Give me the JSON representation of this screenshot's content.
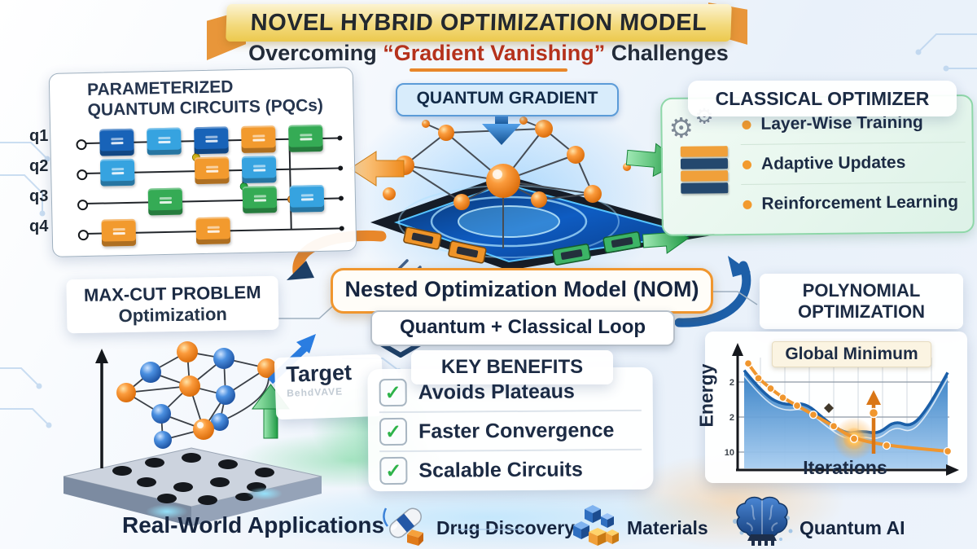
{
  "banner": {
    "title": "NOVEL HYBRID OPTIMIZATION MODEL",
    "subtitle_prefix": "Overcoming ",
    "subtitle_highlight": "“Gradient Vanishing”",
    "subtitle_suffix": " Challenges"
  },
  "pqc": {
    "title_line1": "PARAMETERIZED",
    "title_line2": "QUANTUM CIRCUITS (PQCs)",
    "qubits": [
      "q1",
      "q2",
      "q3",
      "q4"
    ],
    "gates": [
      {
        "row": 0,
        "col": 0,
        "color": "blue"
      },
      {
        "row": 0,
        "col": 1,
        "color": "lightblue"
      },
      {
        "row": 0,
        "col": 2,
        "color": "blue"
      },
      {
        "row": 0,
        "col": 3,
        "color": "orange"
      },
      {
        "row": 0,
        "col": 4,
        "color": "green"
      },
      {
        "row": 1,
        "col": 0,
        "color": "lightblue"
      },
      {
        "row": 1,
        "col": 2,
        "color": "orange"
      },
      {
        "row": 1,
        "col": 3,
        "color": "lightblue"
      },
      {
        "row": 2,
        "col": 1,
        "color": "green"
      },
      {
        "row": 2,
        "col": 3,
        "color": "green"
      },
      {
        "row": 2,
        "col": 4,
        "color": "lightblue"
      },
      {
        "row": 3,
        "col": 0,
        "color": "orange"
      },
      {
        "row": 3,
        "col": 2,
        "color": "orange"
      }
    ]
  },
  "quantum_gradient": {
    "label": "QUANTUM GRADIENT"
  },
  "classical_optimizer": {
    "title": "CLASSICAL OPTIMIZER",
    "items": [
      "Layer-Wise Training",
      "Adaptive Updates",
      "Reinforcement Learning"
    ]
  },
  "nom": {
    "title": "Nested Optimization Model (NOM)",
    "subtitle": "Quantum + Classical Loop"
  },
  "maxcut": {
    "title_line1": "MAX-CUT PROBLEM",
    "title_line2": "Optimization",
    "target_label": "Target",
    "target_subtext": "BehdVAVE"
  },
  "key_benefits": {
    "title": "KEY BENEFITS",
    "items": [
      "Avoids Plateaus",
      "Faster Convergence",
      "Scalable Circuits"
    ]
  },
  "polynomial": {
    "title_line1": "POLYNOMIAL",
    "title_line2": "OPTIMIZATION",
    "annotation": "Global Minimum",
    "xlabel": "Iterations",
    "ylabel": "Energy"
  },
  "footer": {
    "title": "Real-World Applications",
    "apps": [
      {
        "icon": "pill-icon",
        "label": "Drug Discovery"
      },
      {
        "icon": "cubes-icon",
        "label": "Materials"
      },
      {
        "icon": "brain-icon",
        "label": "Quantum AI"
      }
    ]
  },
  "chart_data": {
    "type": "line",
    "title": "Polynomial Optimization",
    "xlabel": "Iterations",
    "ylabel": "Energy",
    "ytick_labels": [
      "2",
      "2",
      "10"
    ],
    "annotation": "Global Minimum",
    "x_range": [
      0,
      10
    ],
    "y_range": [
      0,
      10
    ],
    "grid": true,
    "legend": "none",
    "series": [
      {
        "name": "energy-landscape",
        "type": "area",
        "color": "#2f7cc4",
        "x": [
          0,
          1,
          2,
          3,
          4,
          5,
          5.8,
          6.6,
          7.4,
          8.2,
          9,
          10
        ],
        "y": [
          8.6,
          6.4,
          5.5,
          5.8,
          4.2,
          3.0,
          3.3,
          3.0,
          4.2,
          3.6,
          5.2,
          8.4
        ]
      },
      {
        "name": "optimizer-descent",
        "type": "line_markers",
        "color": "#f0962e",
        "x": [
          0.2,
          0.7,
          1.3,
          1.9,
          2.6,
          3.4,
          4.4,
          5.4,
          7.0,
          10
        ],
        "y": [
          9.2,
          7.9,
          7.0,
          6.2,
          5.5,
          4.7,
          3.7,
          2.6,
          2.0,
          1.5
        ],
        "global_minimum_index": 7
      }
    ]
  },
  "colors": {
    "accent_orange": "#f0962e",
    "accent_green": "#2eb34a",
    "accent_blue": "#1e6fc0",
    "accent_red": "#b5321c",
    "banner_gold": "#f3da7e",
    "text_dark": "#1c2b44",
    "gates": {
      "blue": "#1863b8",
      "lightblue": "#36a3e0",
      "orange": "#f29a2e",
      "green": "#35ab55"
    }
  }
}
